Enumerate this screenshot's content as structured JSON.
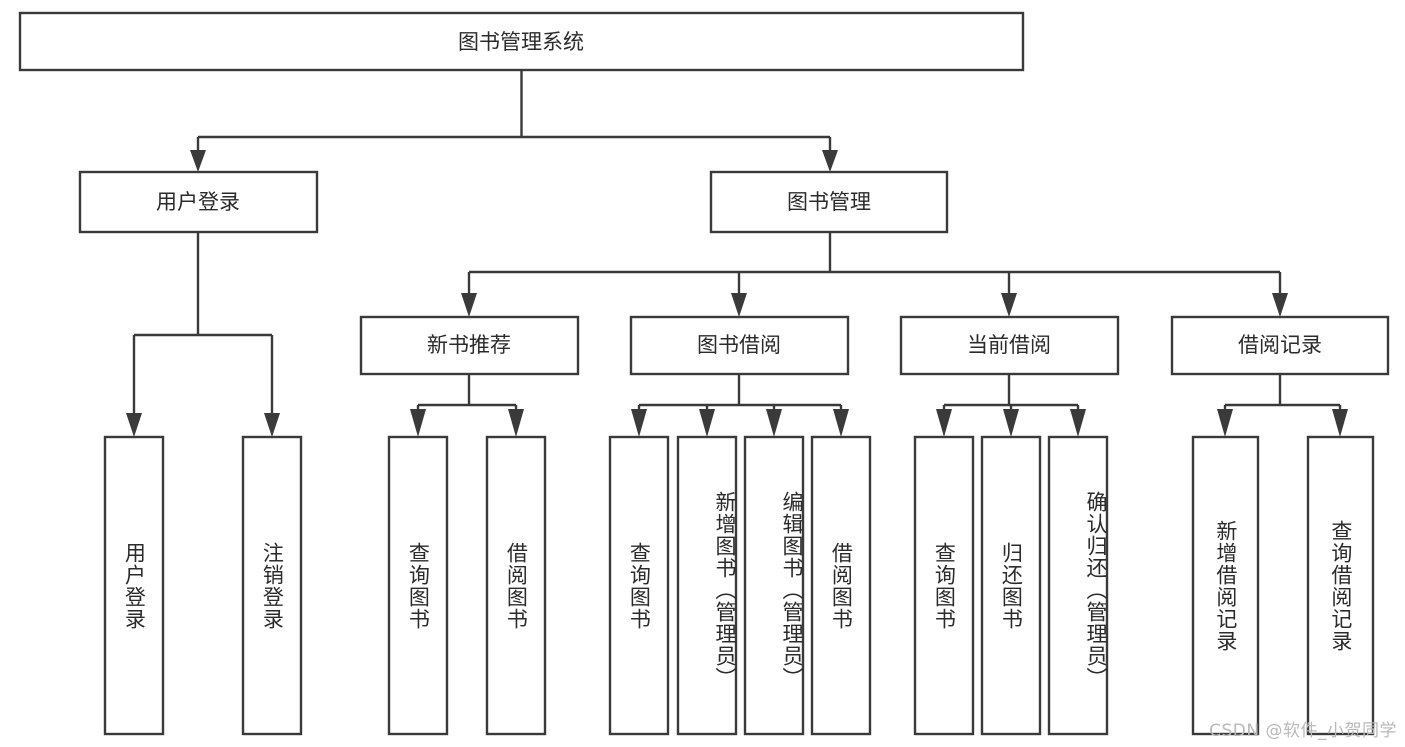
{
  "diagram": {
    "type": "tree-hierarchy",
    "title": "图书管理系统",
    "orientation": "top-down",
    "colors": {
      "stroke": "#3a3a3a",
      "node_fill": "#ffffff",
      "text": "#2b2b2b",
      "background": "#ffffff",
      "watermark": "#b9b9b9"
    },
    "root": {
      "id": "root",
      "label": "图书管理系统",
      "level": 0
    },
    "level1": [
      {
        "id": "user-login",
        "label": "用户登录",
        "level": 1
      },
      {
        "id": "book-manage",
        "label": "图书管理",
        "level": 1
      }
    ],
    "level2": [
      {
        "id": "new-book-rec",
        "label": "新书推荐",
        "parent": "book-manage",
        "level": 2
      },
      {
        "id": "book-borrow",
        "label": "图书借阅",
        "parent": "book-manage",
        "level": 2
      },
      {
        "id": "current-borrow",
        "label": "当前借阅",
        "parent": "book-manage",
        "level": 2
      },
      {
        "id": "borrow-record",
        "label": "借阅记录",
        "parent": "book-manage",
        "level": 2
      }
    ],
    "leaves": [
      {
        "id": "leaf-user-login",
        "label": "用户登录",
        "parent": "user-login",
        "level": 2
      },
      {
        "id": "leaf-user-logout",
        "label": "注销登录",
        "parent": "user-login",
        "level": 2
      },
      {
        "id": "leaf-rec-query-book",
        "label": "查询图书",
        "parent": "new-book-rec",
        "level": 3
      },
      {
        "id": "leaf-rec-borrow-book",
        "label": "借阅图书",
        "parent": "new-book-rec",
        "level": 3
      },
      {
        "id": "leaf-borrow-query-book",
        "label": "查询图书",
        "parent": "book-borrow",
        "level": 3
      },
      {
        "id": "leaf-borrow-add-book",
        "label": "新增图书（管理员）",
        "parent": "book-borrow",
        "level": 3
      },
      {
        "id": "leaf-borrow-edit-book",
        "label": "编辑图书（管理员）",
        "parent": "book-borrow",
        "level": 3
      },
      {
        "id": "leaf-borrow-borrow-book",
        "label": "借阅图书",
        "parent": "book-borrow",
        "level": 3
      },
      {
        "id": "leaf-cur-query-book",
        "label": "查询图书",
        "parent": "current-borrow",
        "level": 3
      },
      {
        "id": "leaf-cur-return-book",
        "label": "归还图书",
        "parent": "current-borrow",
        "level": 3
      },
      {
        "id": "leaf-cur-confirm-return",
        "label": "确认归还（管理员）",
        "parent": "current-borrow",
        "level": 3
      },
      {
        "id": "leaf-rec-add-record",
        "label": "新增借阅记录",
        "parent": "borrow-record",
        "level": 3
      },
      {
        "id": "leaf-rec-query-record",
        "label": "查询借阅记录",
        "parent": "borrow-record",
        "level": 3
      }
    ],
    "watermark": "CSDN @软件_小贺同学"
  }
}
